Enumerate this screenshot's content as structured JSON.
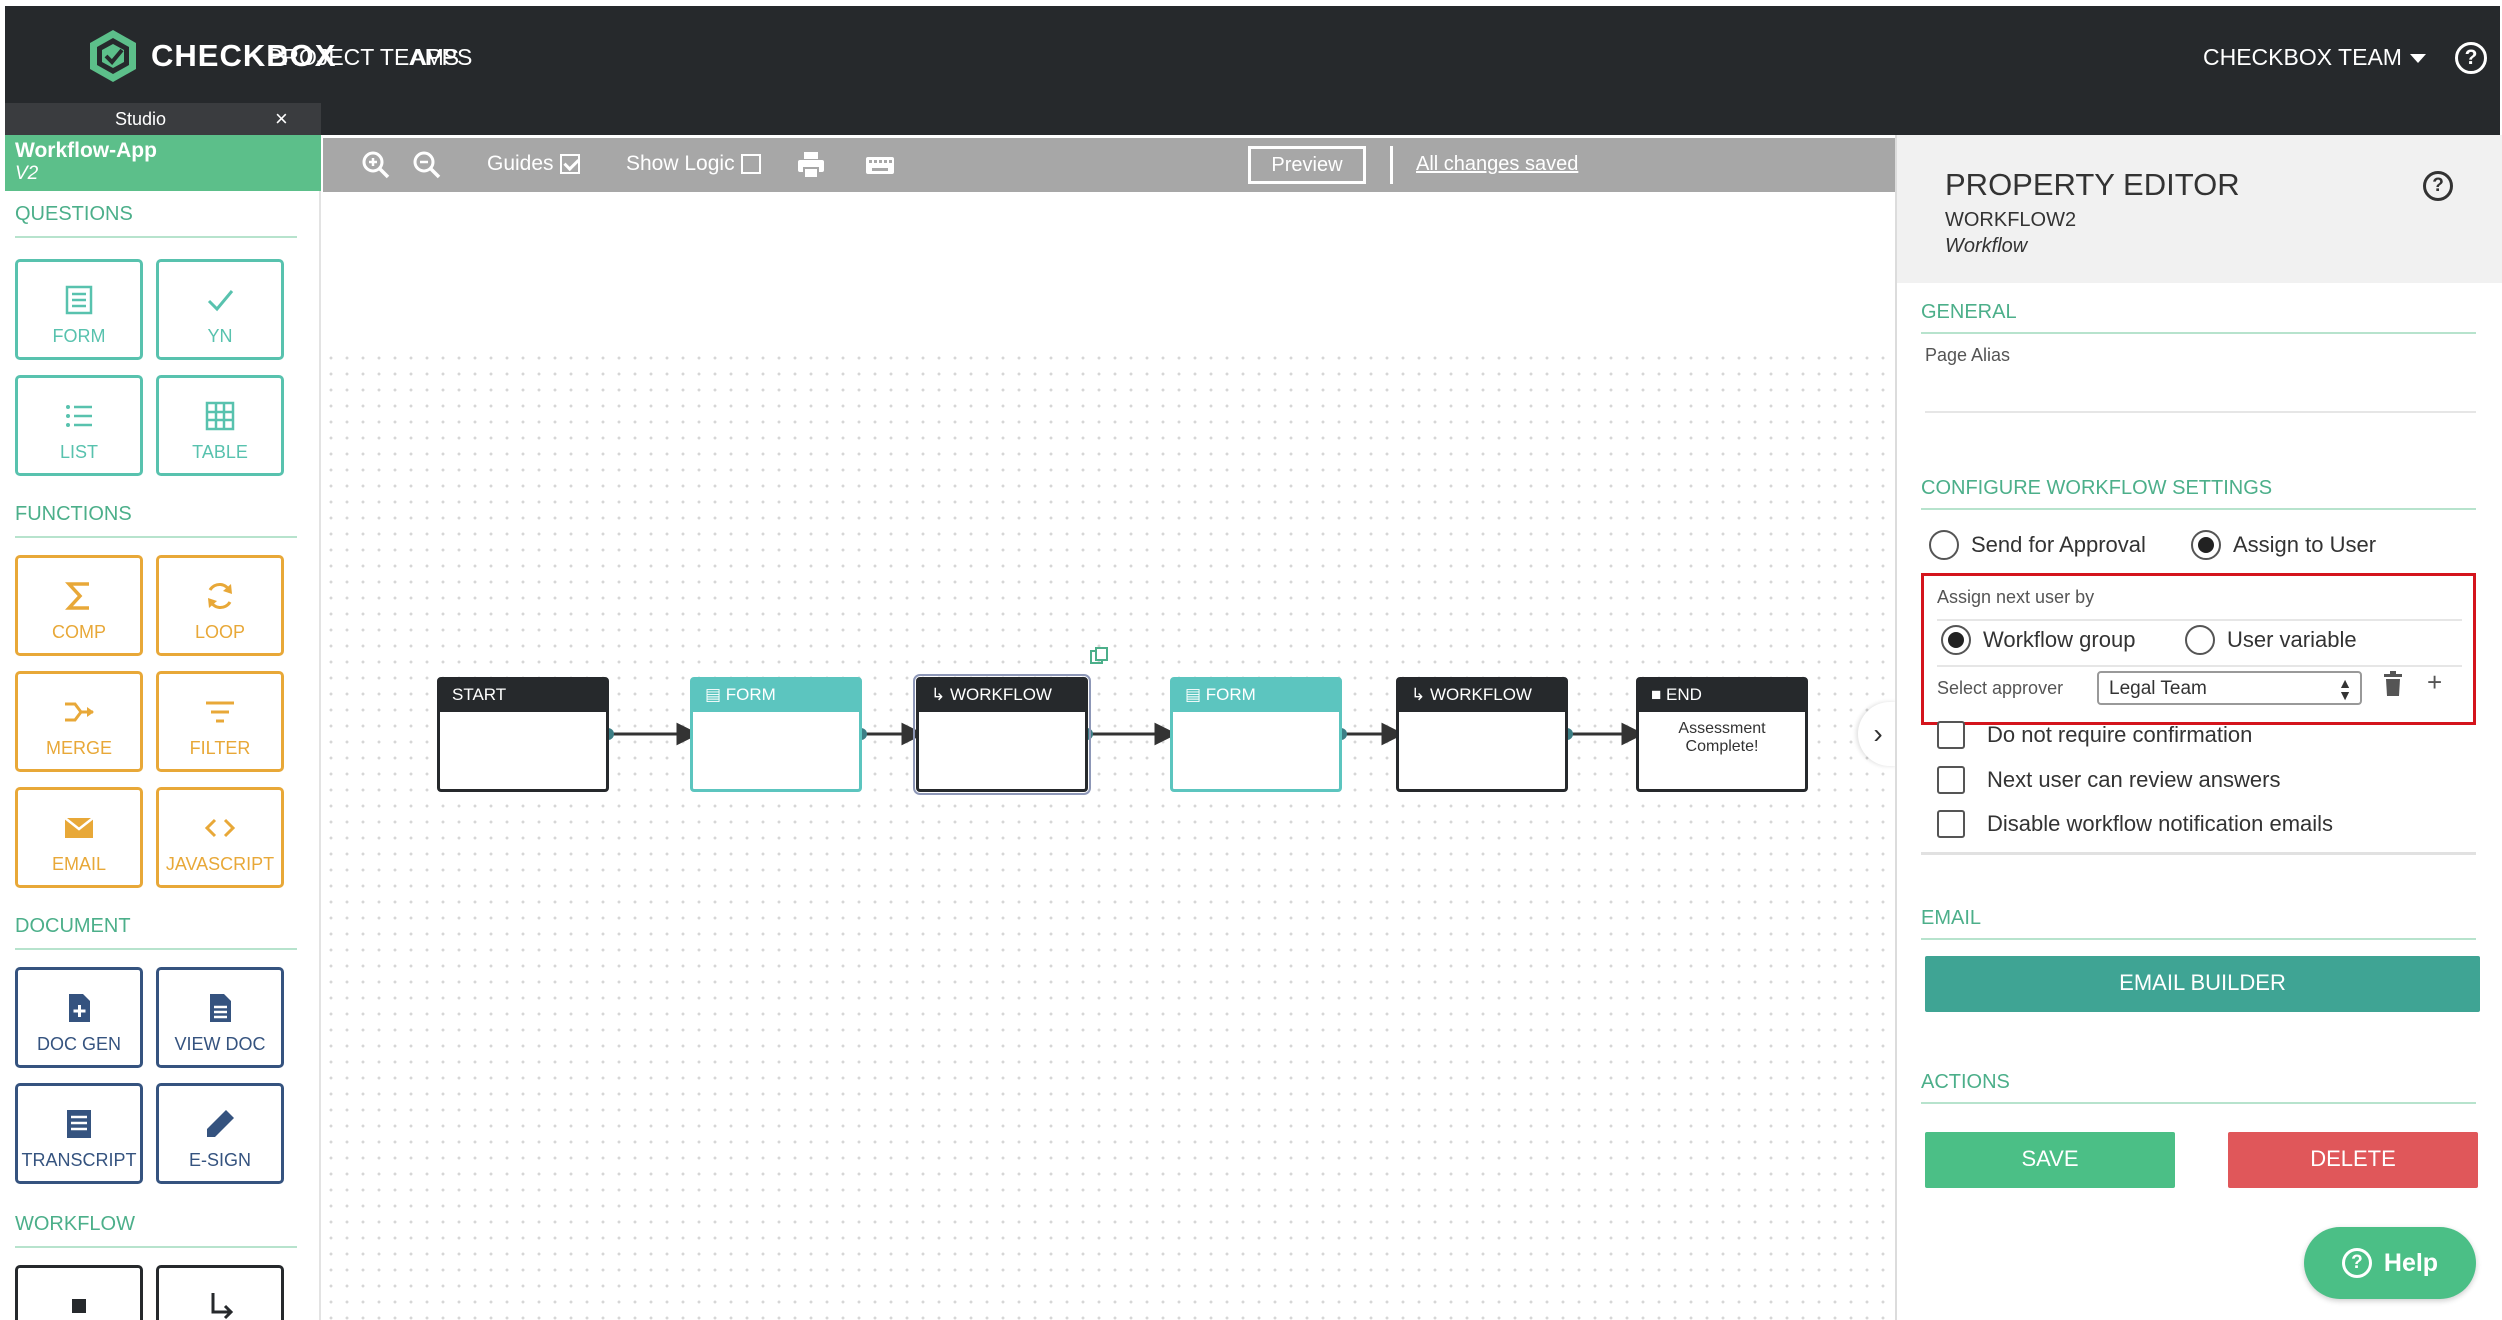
{
  "colors": {
    "accent_green": "#5cbf8a",
    "teal": "#5cc5bf",
    "orange": "#e8a838",
    "navy": "#35537f",
    "danger": "#e0575a",
    "highlight": "#d4141c"
  },
  "header": {
    "brand": "CHECKBOX",
    "nav": [
      "PROJECT TEAMS",
      "APPS"
    ],
    "team_menu": "CHECKBOX TEAM",
    "help_icon": "?"
  },
  "studio_tab": {
    "label": "Studio",
    "close": "×"
  },
  "sidebar": {
    "app_name": "Workflow-App",
    "app_version": "V2",
    "sections": {
      "questions": "QUESTIONS",
      "functions": "FUNCTIONS",
      "document": "DOCUMENT",
      "workflow": "WORKFLOW"
    },
    "questions": [
      "FORM",
      "YN",
      "LIST",
      "TABLE"
    ],
    "functions": [
      "COMP",
      "LOOP",
      "MERGE",
      "FILTER",
      "EMAIL",
      "JAVASCRIPT"
    ],
    "document": [
      "DOC GEN",
      "VIEW DOC",
      "TRANSCRIPT",
      "E-SIGN"
    ]
  },
  "toolbar": {
    "guides_label": "Guides",
    "guides_checked": true,
    "show_logic_label": "Show Logic",
    "show_logic_checked": false,
    "preview_label": "Preview",
    "status": "All changes saved"
  },
  "flow_nodes": [
    {
      "type": "start",
      "title": "START",
      "body": ""
    },
    {
      "type": "form",
      "title": "FORM",
      "body": ""
    },
    {
      "type": "workflow",
      "title": "WORKFLOW",
      "body": "",
      "selected": true
    },
    {
      "type": "form",
      "title": "FORM",
      "body": ""
    },
    {
      "type": "workflow",
      "title": "WORKFLOW",
      "body": ""
    },
    {
      "type": "end",
      "title": "END",
      "body": "Assessment Complete!"
    }
  ],
  "property_editor": {
    "title": "PROPERTY EDITOR",
    "page_name": "WORKFLOW2",
    "page_type": "Workflow",
    "general": {
      "heading": "GENERAL",
      "page_alias_label": "Page Alias",
      "page_alias_value": ""
    },
    "workflow_settings": {
      "heading": "CONFIGURE WORKFLOW SETTINGS",
      "mode_options": [
        "Send for Approval",
        "Assign to User"
      ],
      "mode_selected": "Assign to User",
      "assign_by_label": "Assign next user by",
      "assign_by_options": [
        "Workflow group",
        "User variable"
      ],
      "assign_by_selected": "Workflow group",
      "approver_label": "Select approver",
      "approver_value": "Legal Team",
      "checkboxes": [
        {
          "label": "Do not require confirmation",
          "checked": false
        },
        {
          "label": "Next user can review answers",
          "checked": false
        },
        {
          "label": "Disable workflow notification emails",
          "checked": false
        }
      ]
    },
    "email": {
      "heading": "EMAIL",
      "button": "EMAIL BUILDER"
    },
    "actions": {
      "heading": "ACTIONS",
      "save": "SAVE",
      "delete": "DELETE"
    },
    "help_button": "Help"
  }
}
